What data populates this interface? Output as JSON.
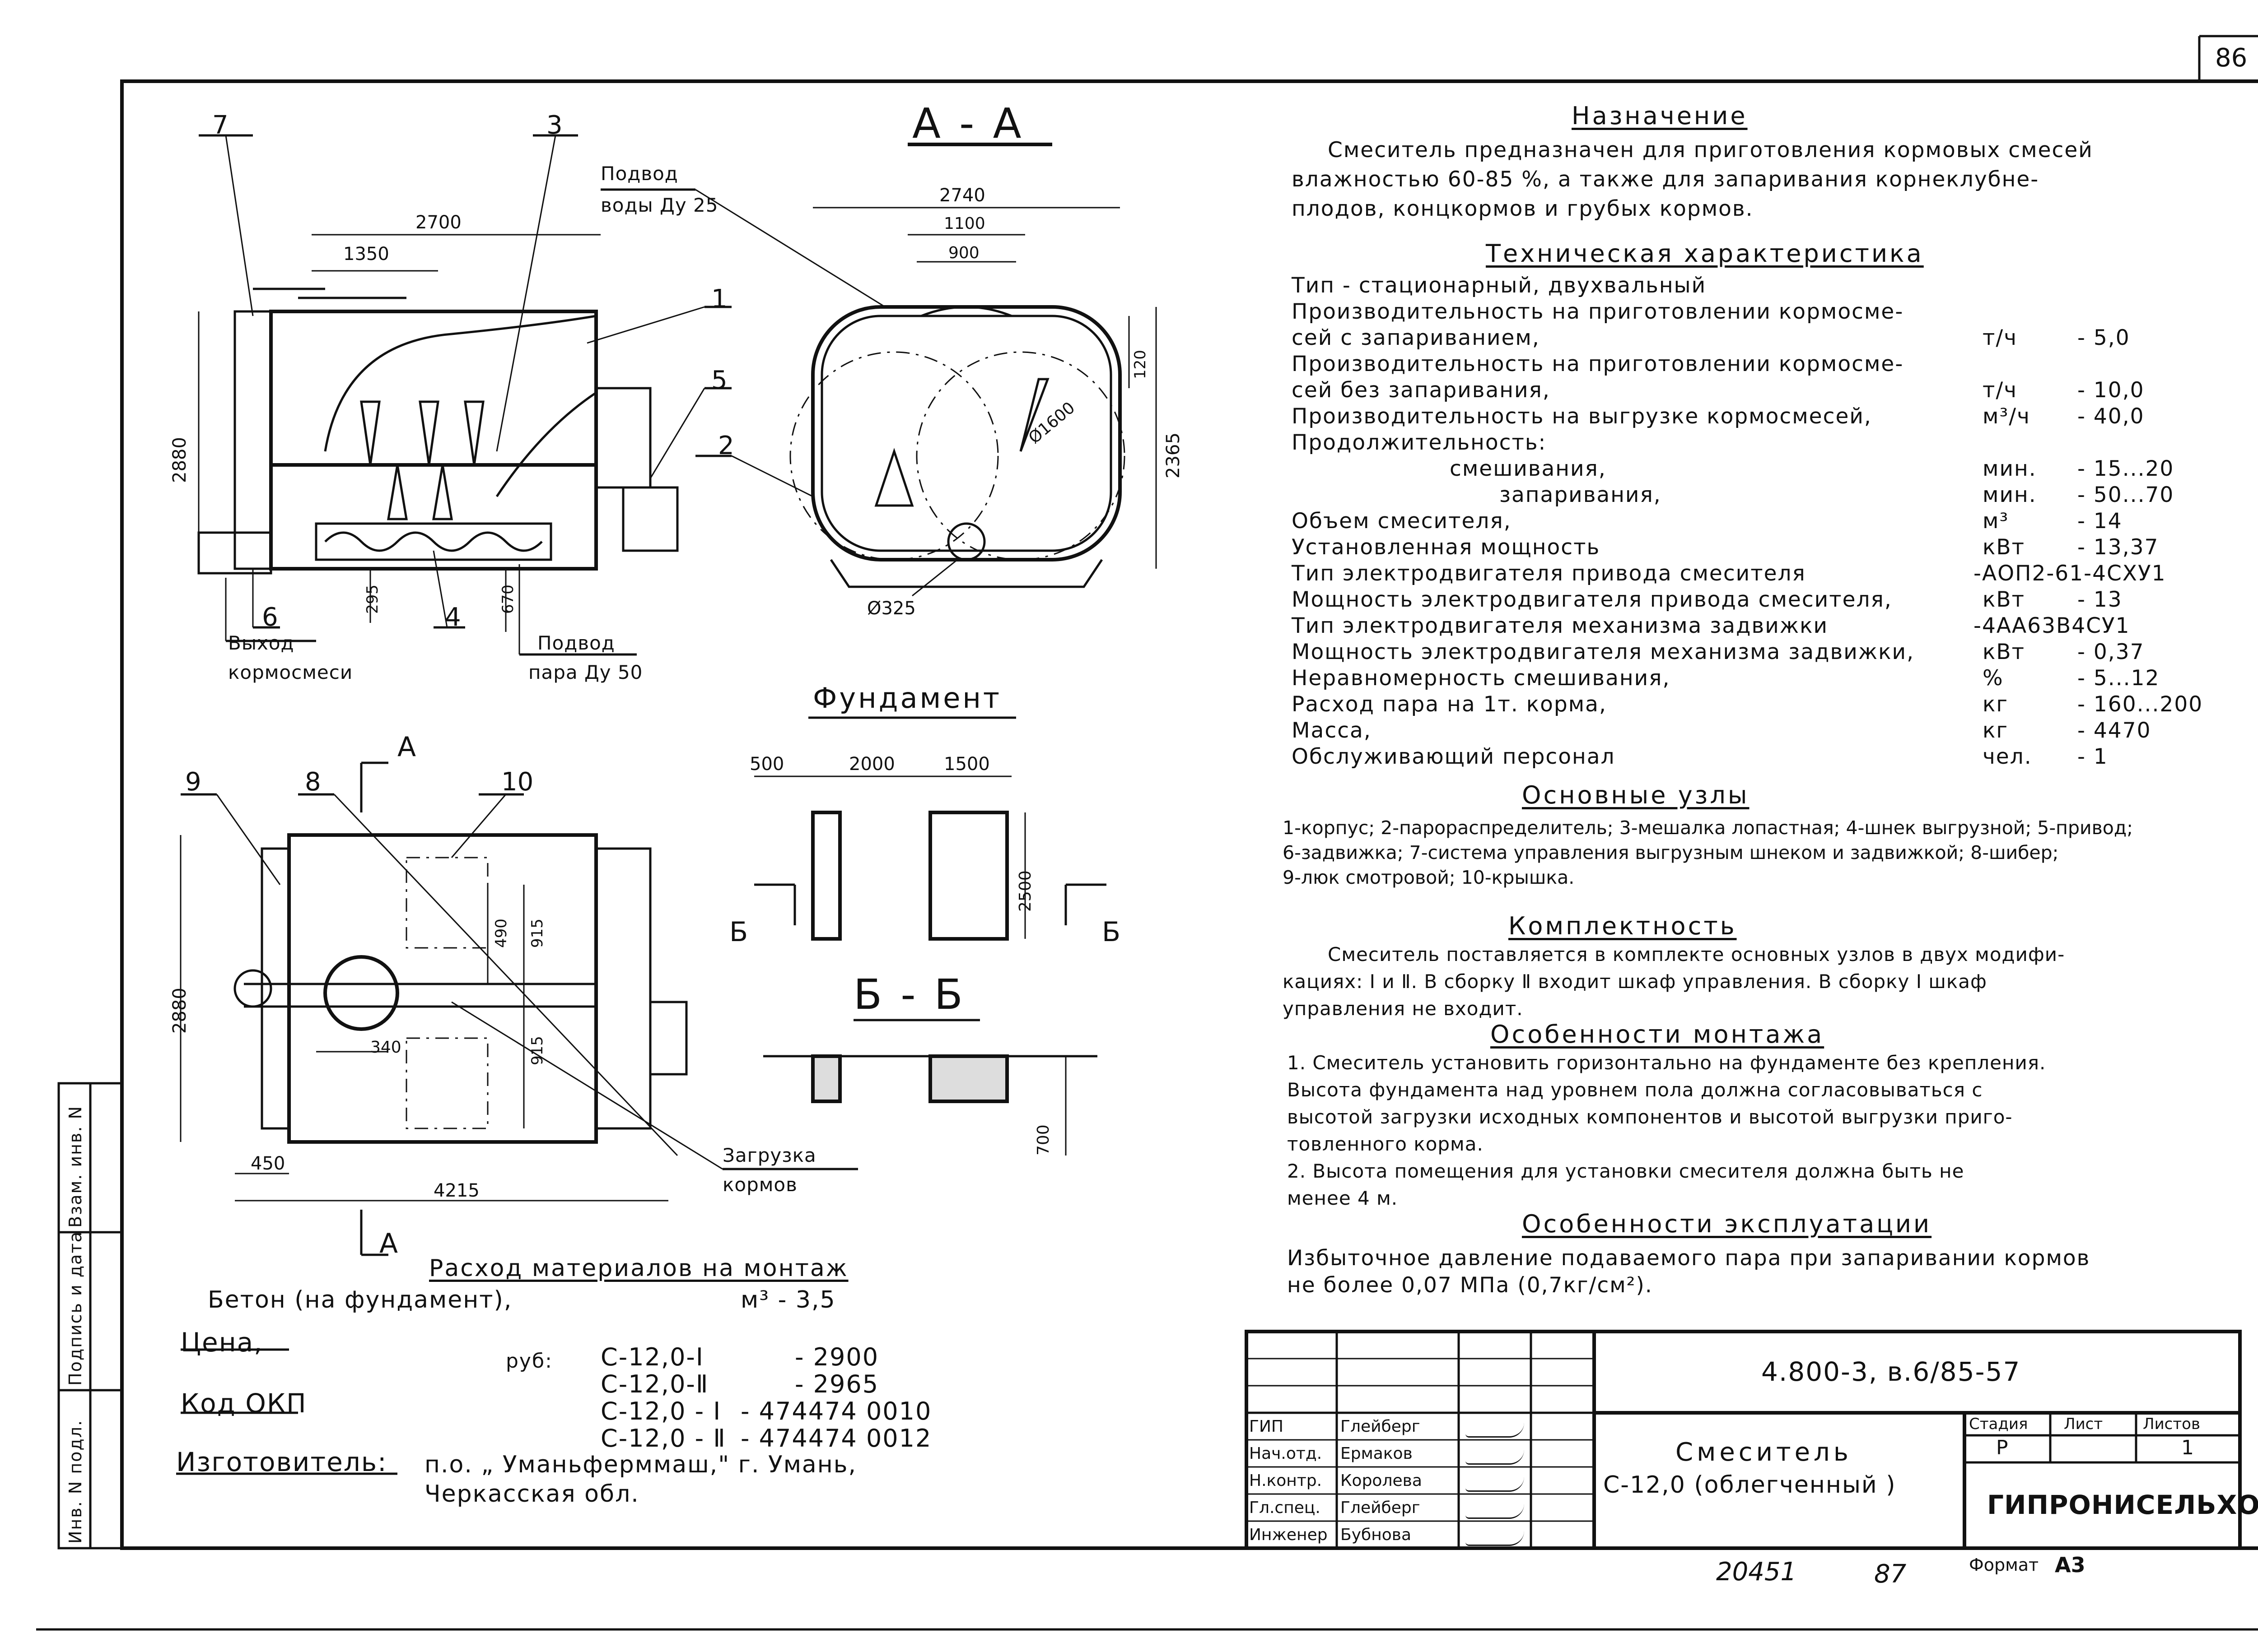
{
  "sheet": {
    "page_number": "86",
    "archive_number": "20451",
    "archive_suffix": "87",
    "format_label": "Формат",
    "format_value": "А3"
  },
  "drawing": {
    "section_aa": "А - А",
    "section_bb": "Б - Б",
    "foundation_title": "Фундамент",
    "cut_letter_a": "А",
    "cut_letter_b": "Б",
    "callouts": [
      "1",
      "2",
      "3",
      "4",
      "5",
      "6",
      "7",
      "8",
      "9",
      "10"
    ],
    "labels": {
      "water_inlet_1": "Подвод",
      "water_inlet_2": "воды Ду 25",
      "outlet_1": "Выход",
      "outlet_2": "кормосмеси",
      "steam_inlet_1": "Подвод",
      "steam_inlet_2": "пара Ду 50",
      "loading_1": "Загрузка",
      "loading_2": "кормов"
    },
    "dims": {
      "d2700": "2700",
      "d1350": "1350",
      "d2880": "2880",
      "d295": "295",
      "d670": "670",
      "d2740": "2740",
      "d1100": "1100",
      "d900": "900",
      "d120": "120",
      "d2365": "2365",
      "d1600": "Ø1600",
      "d325": "Ø325",
      "d500": "500",
      "d2000": "2000",
      "d1500": "1500",
      "d2500": "2500",
      "d700": "700",
      "d2880b": "2880",
      "d490": "490",
      "d915a": "915",
      "d915b": "915",
      "d340": "340",
      "d450": "450",
      "d4215": "4215"
    }
  },
  "materials": {
    "title": "Расход материалов на монтаж",
    "concrete_label": "Бетон (на фундамент),",
    "concrete_value": "м³ - 3,5",
    "price_label": "Цена,",
    "currency": "руб:",
    "rows": [
      {
        "code": "С-12,0-Ⅰ",
        "value": "- 2900"
      },
      {
        "code": "С-12,0-Ⅱ",
        "value": "- 2965"
      },
      {
        "code": "С-12,0 - Ⅰ",
        "value": "- 474474 0010"
      },
      {
        "code": "С-12,0 - Ⅱ",
        "value": "- 474474 0012"
      }
    ],
    "okp_label": "Код ОКП",
    "maker_label": "Изготовитель:",
    "maker_line1": "п.о. „ Уманьферммаш,\" г. Умань,",
    "maker_line2": "Черкасская обл."
  },
  "purpose": {
    "title": "Назначение",
    "lines": [
      "Смеситель предназначен для приготовления кормовых смесей",
      "влажностью 60-85 %, а также для запаривания корнеклубне-",
      "плодов, концкормов и грубых кормов."
    ]
  },
  "specs": {
    "title": "Техническая характеристика",
    "rows": [
      {
        "label": "Тип - стационарный, двухвальный",
        "unit": "",
        "value": "",
        "indent": 0
      },
      {
        "label": "Производительность на приготовлении кормосме-",
        "unit": "",
        "value": "",
        "indent": 0
      },
      {
        "label": "сей с запариванием,",
        "unit": "т/ч",
        "value": "- 5,0",
        "indent": 0
      },
      {
        "label": "Производительность на приготовлении кормосме-",
        "unit": "",
        "value": "",
        "indent": 0
      },
      {
        "label": "сей без запаривания,",
        "unit": "т/ч",
        "value": "- 10,0",
        "indent": 0
      },
      {
        "label": "Производительность на выгрузке кормосмесей,",
        "unit": "м³/ч",
        "value": "- 40,0",
        "indent": 0
      },
      {
        "label": "Продолжительность:",
        "unit": "",
        "value": "",
        "indent": 0
      },
      {
        "label": "смешивания,",
        "unit": "мин.",
        "value": "- 15...20",
        "indent": 1
      },
      {
        "label": "запаривания,",
        "unit": "мин.",
        "value": "- 50...70",
        "indent": 2
      },
      {
        "label": "Объем смесителя,",
        "unit": "м³",
        "value": "- 14",
        "indent": 0
      },
      {
        "label": "Установленная мощность",
        "unit": "кВт",
        "value": "- 13,37",
        "indent": 0
      },
      {
        "label": "Тип электродвигателя привода смесителя",
        "unit": "",
        "value": "-АОП2-61-4СХУ1",
        "indent": 0
      },
      {
        "label": "Мощность электродвигателя привода смесителя,",
        "unit": "кВт",
        "value": "- 13",
        "indent": 0
      },
      {
        "label": "Тип электродвигателя механизма задвижки",
        "unit": "",
        "value": "-4АА63В4СУ1",
        "indent": 0
      },
      {
        "label": "Мощность электродвигателя механизма задвижки,",
        "unit": "кВт",
        "value": "- 0,37",
        "indent": 0
      },
      {
        "label": "Неравномерность смешивания,",
        "unit": "%",
        "value": "- 5...12",
        "indent": 0
      },
      {
        "label": "Расход пара на 1т. корма,",
        "unit": "кг",
        "value": "- 160...200",
        "indent": 0
      },
      {
        "label": "Масса,",
        "unit": "кг",
        "value": "- 4470",
        "indent": 0
      },
      {
        "label": "Обслуживающий персонал",
        "unit": "чел.",
        "value": "- 1",
        "indent": 0
      }
    ]
  },
  "nodes": {
    "title": "Основные узлы",
    "lines": [
      "1-корпус; 2-парораспределитель; 3-мешалка лопастная; 4-шнек выгрузной; 5-привод;",
      "6-задвижка; 7-система управления выгрузным шнеком и задвижкой; 8-шибер;",
      "9-люк смотровой; 10-крышка."
    ]
  },
  "kit": {
    "title": "Комплектность",
    "lines": [
      "Смеситель поставляется в комплекте основных узлов в двух модифи-",
      "кациях: Ⅰ и Ⅱ. В сборку Ⅱ входит шкаф управления. В сборку Ⅰ шкаф",
      "управления не входит."
    ]
  },
  "mounting": {
    "title": "Особенности монтажа",
    "lines": [
      "1. Смеситель установить горизонтально на фундаменте без крепления.",
      "Высота фундамента над уровнем пола должна согласовываться с",
      "высотой загрузки исходных компонентов и высотой выгрузки приго-",
      "товленного корма.",
      "2. Высота помещения для установки смесителя должна быть не",
      "менее 4 м."
    ]
  },
  "operation": {
    "title": "Особенности эксплуатации",
    "lines": [
      "Избыточное давление подаваемого пара при запаривании кормов",
      "не более 0,07 МПа (0,7кг/см²)."
    ]
  },
  "stamp": {
    "doc_code": "4.800-3, в.6/85-57",
    "name_line1": "Смеситель",
    "name_line2": "С-12,0 (облегченный )",
    "stage_label": "Стадия",
    "sheet_label": "Лист",
    "sheets_label": "Листов",
    "stage": "Р",
    "sheet": "",
    "sheets": "1",
    "org": "ГИПРОНИСЕЛЬХОЗ",
    "people": [
      {
        "role": "ГИП",
        "name": "Глейберг"
      },
      {
        "role": "Нач.отд.",
        "name": "Ермаков"
      },
      {
        "role": "Н.контр.",
        "name": "Королева"
      },
      {
        "role": "Гл.спец.",
        "name": "Глейберг"
      },
      {
        "role": "Инженер",
        "name": "Бубнова"
      }
    ]
  },
  "side_strip": {
    "inv_podl": "Инв. N подл.",
    "sign_date": "Подпись и дата",
    "vzam": "Взам. инв. N"
  }
}
